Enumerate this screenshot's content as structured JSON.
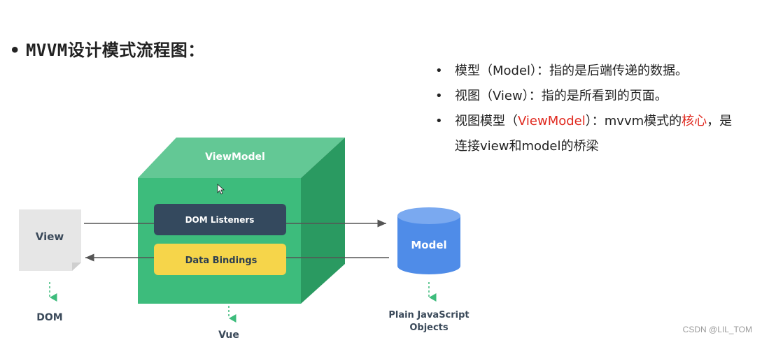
{
  "header": {
    "bullet": "•",
    "title": "MVVM设计模式流程图："
  },
  "notes": [
    {
      "bullet": "•",
      "prefix": "模型（",
      "highlight": "Model",
      "suffix": "）：指的是后端传递的数据。",
      "highlight_red": false
    },
    {
      "bullet": "•",
      "prefix": "视图（",
      "highlight": "View",
      "suffix": "）：指的是所看到的页面。",
      "highlight_red": false
    },
    {
      "bullet": "•",
      "prefix": "视图模型（",
      "highlight": "ViewModel",
      "suffix": "）：mvvm模式的",
      "tail_red": "核心",
      "tail": "，是连接view和model的桥梁",
      "highlight_red": true
    }
  ],
  "diagram": {
    "viewmodel_label": "ViewModel",
    "dom_listeners_label": "DOM Listeners",
    "data_bindings_label": "Data Bindings",
    "view_label": "View",
    "model_label": "Model",
    "dom_label": "DOM",
    "vue_label": "Vue",
    "objects_line1": "Plain JavaScript",
    "objects_line2": "Objects"
  },
  "colors": {
    "cube_front": "#3dbc7c",
    "cube_top": "#63c895",
    "cube_side": "#2a9a61",
    "listener_box": "#34495e",
    "bindings_box": "#f6d54a",
    "model_cylinder": "#4f8ce8",
    "view_doc": "#e6e6e6",
    "dashed_arrow": "#3dbc7c",
    "accent_red": "#e0281e"
  },
  "watermark": "CSDN @LIL_TOM"
}
